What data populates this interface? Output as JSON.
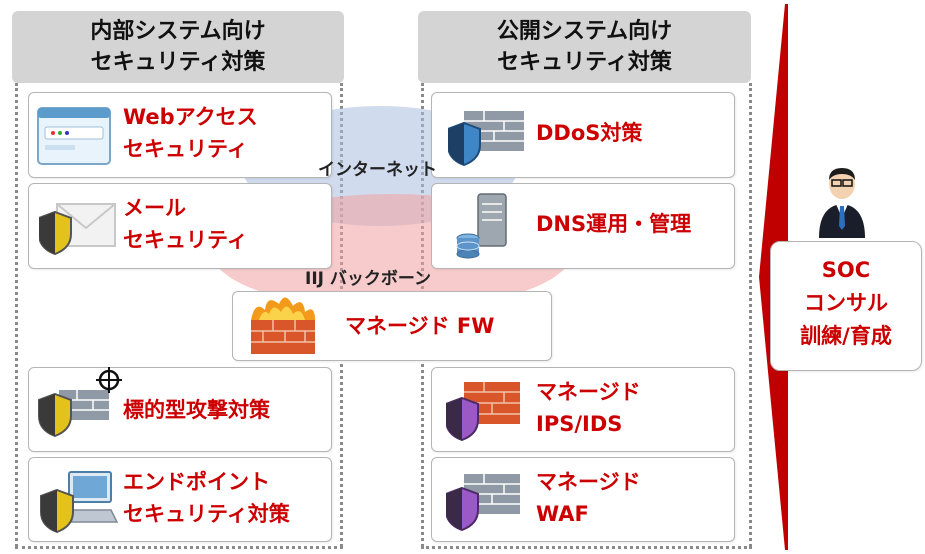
{
  "internal": {
    "header": [
      "内部システム向け",
      "セキュリティ対策"
    ],
    "items": [
      {
        "lines": [
          "Webアクセス",
          "セキュリティ"
        ]
      },
      {
        "lines": [
          "メール",
          "セキュリティ"
        ]
      },
      {
        "lines": [
          "標的型攻撃対策"
        ]
      },
      {
        "lines": [
          "エンドポイント",
          "セキュリティ対策"
        ]
      }
    ]
  },
  "public": {
    "header": [
      "公開システム向け",
      "セキュリティ対策"
    ],
    "items": [
      {
        "lines": [
          "DDoS対策"
        ]
      },
      {
        "lines": [
          "DNS運用・管理"
        ]
      },
      {
        "lines": [
          "マネージド",
          "IPS/IDS"
        ]
      },
      {
        "lines": [
          "マネージド",
          "WAF"
        ]
      }
    ]
  },
  "network": {
    "internet_label": "インターネット",
    "backbone_label": "IIJ バックボーン",
    "firewall_label": "マネージド FW"
  },
  "soc": {
    "lines": [
      "SOC",
      "コンサル",
      "訓練/育成"
    ]
  },
  "colors": {
    "accent_red": "#cc0000",
    "internet_blue": "#a9bde0",
    "backbone_red": "#f0a0a0",
    "header_gray": "#d4d4d4"
  }
}
